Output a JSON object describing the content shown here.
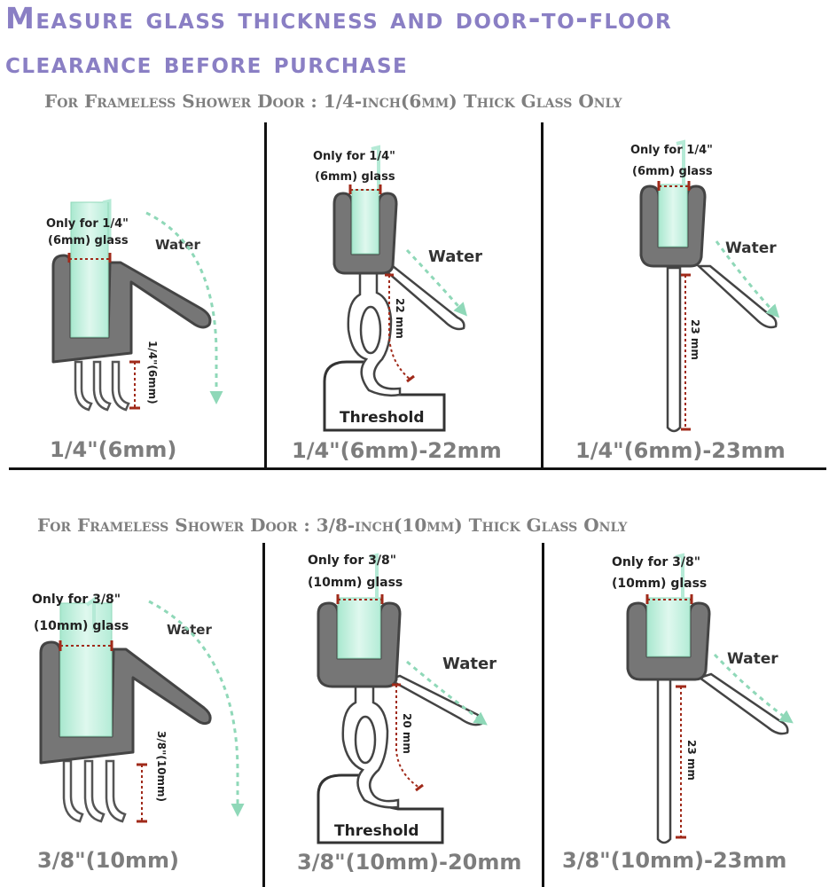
{
  "title_line1": "Measure glass thickness and door-to-floor",
  "title_line2": "clearance before purchase",
  "sections": [
    {
      "heading": "For Frameless Shower Door : 1/4-inch(6mm) Thick Glass Only",
      "panels": [
        {
          "glass_label_1": "Only for 1/4\"",
          "glass_label_2": "(6mm) glass",
          "water": "Water",
          "measure": "1/4\"(6mm)",
          "caption": "1/4\"(6mm)"
        },
        {
          "glass_label_1": "Only for 1/4\"",
          "glass_label_2": "(6mm) glass",
          "water": "Water",
          "measure": "22 mm",
          "threshold": "Threshold",
          "caption": "1/4\"(6mm)-22mm"
        },
        {
          "glass_label_1": "Only for 1/4\"",
          "glass_label_2": "(6mm) glass",
          "water": "Water",
          "measure": "23 mm",
          "caption": "1/4\"(6mm)-23mm"
        }
      ]
    },
    {
      "heading": "For Frameless Shower Door : 3/8-inch(10mm) Thick Glass Only",
      "panels": [
        {
          "glass_label_1": "Only for 3/8\"",
          "glass_label_2": "(10mm) glass",
          "water": "Water",
          "measure": "3/8\"(10mm)",
          "caption": "3/8\"(10mm)"
        },
        {
          "glass_label_1": "Only for 3/8\"",
          "glass_label_2": "(10mm) glass",
          "water": "Water",
          "measure": "20 mm",
          "threshold": "Threshold",
          "caption": "3/8\"(10mm)-20mm"
        },
        {
          "glass_label_1": "Only for 3/8\"",
          "glass_label_2": "(10mm) glass",
          "water": "Water",
          "measure": "23 mm",
          "caption": "3/8\"(10mm)-23mm"
        }
      ]
    }
  ],
  "colors": {
    "title": "#8a7fc4",
    "subheading": "#7f7f7f",
    "seal": "#747474",
    "glass": "#bfeedd",
    "water_arrow": "#8fd8b8",
    "measure_line": "#a02a1a"
  }
}
